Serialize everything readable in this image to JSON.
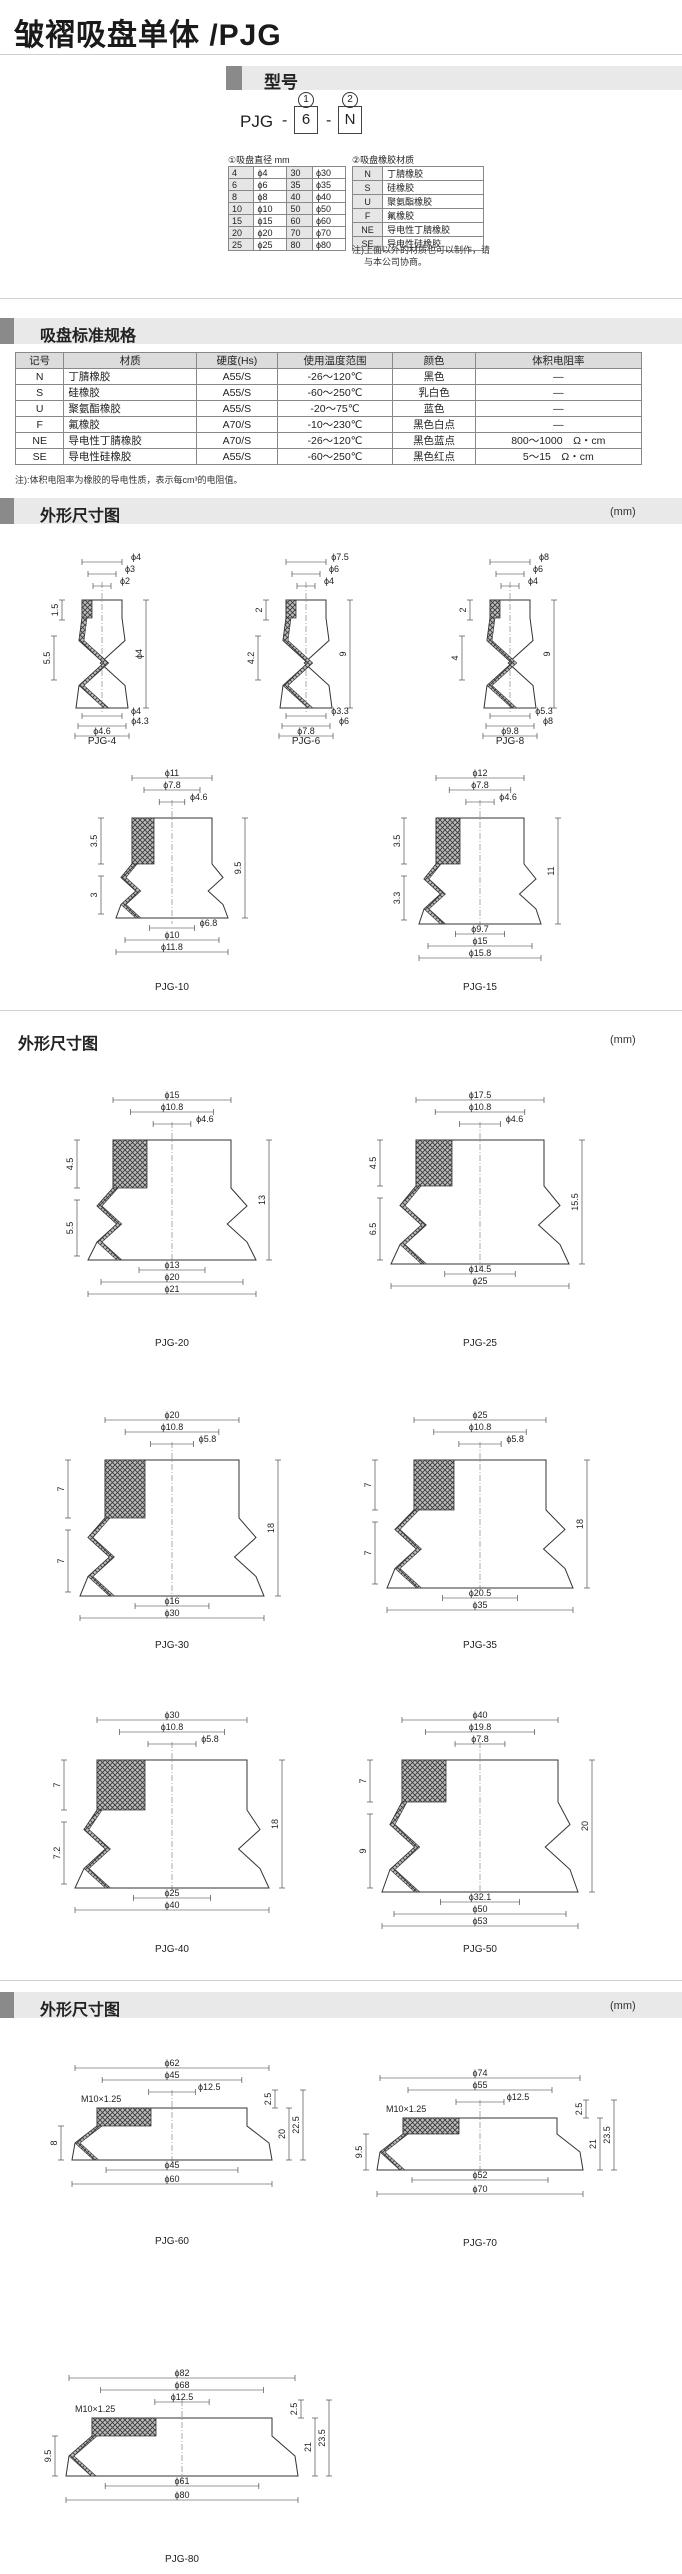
{
  "title": "皱褶吸盘单体 /PJG",
  "model": {
    "heading": "型号",
    "prefix": "PJG",
    "dash1": "-",
    "dash2": "-",
    "code_diameter": "6",
    "code_material": "N",
    "mark1": "1",
    "mark2": "2",
    "caption_diameter": "①吸盘直径 mm",
    "caption_material": "②吸盘橡胶材质",
    "diameters": [
      [
        "4",
        "ϕ4",
        "30",
        "ϕ30"
      ],
      [
        "6",
        "ϕ6",
        "35",
        "ϕ35"
      ],
      [
        "8",
        "ϕ8",
        "40",
        "ϕ40"
      ],
      [
        "10",
        "ϕ10",
        "50",
        "ϕ50"
      ],
      [
        "15",
        "ϕ15",
        "60",
        "ϕ60"
      ],
      [
        "20",
        "ϕ20",
        "70",
        "ϕ70"
      ],
      [
        "25",
        "ϕ25",
        "80",
        "ϕ80"
      ]
    ],
    "materials": [
      [
        "N",
        "丁腈橡胶"
      ],
      [
        "S",
        "硅橡胶"
      ],
      [
        "U",
        "聚氨酯橡胶"
      ],
      [
        "F",
        "氟橡胶"
      ],
      [
        "NE",
        "导电性丁腈橡胶"
      ],
      [
        "SE",
        "导电性硅橡胶"
      ]
    ],
    "material_note_1": "注)上面以外的材质也可以制作，请",
    "material_note_2": "与本公司协商。"
  },
  "spec": {
    "heading": "吸盘标准规格",
    "headers": [
      "记号",
      "材质",
      "硬度(Hs)",
      "使用温度范围",
      "颜色",
      "体积电阻率"
    ],
    "rows": [
      [
        "N",
        "丁腈橡胶",
        "A55/S",
        "-26～120℃",
        "黑色",
        "—"
      ],
      [
        "S",
        "硅橡胶",
        "A55/S",
        "-60～250℃",
        "乳白色",
        "—"
      ],
      [
        "U",
        "聚氨酯橡胶",
        "A55/S",
        "-20～75℃",
        "蓝色",
        "—"
      ],
      [
        "F",
        "氟橡胶",
        "A70/S",
        "-10～230℃",
        "黑色白点",
        "—"
      ],
      [
        "NE",
        "导电性丁腈橡胶",
        "A70/S",
        "-26～120℃",
        "黑色蓝点",
        "800～1000　Ω・cm"
      ],
      [
        "SE",
        "导电性硅橡胶",
        "A55/S",
        "-60～250℃",
        "黑色红点",
        "5～15　Ω・cm"
      ]
    ],
    "note": "注):体积电阻率为橡胶的导电性质，表示每cm³的电阻值。"
  },
  "sections": {
    "outline": "外形尺寸图",
    "unit": "(mm)"
  },
  "drawings": [
    {
      "id": "PJG-4",
      "dims": [
        "ϕ4",
        "ϕ3",
        "ϕ2",
        "1.5",
        "5.5",
        "ϕ4",
        "ϕ4.3",
        "ϕ4.6"
      ]
    },
    {
      "id": "PJG-6",
      "dims": [
        "ϕ7.5",
        "ϕ6",
        "ϕ4",
        "2",
        "4.2",
        "9",
        "ϕ3.3",
        "ϕ6",
        "ϕ7.8"
      ]
    },
    {
      "id": "PJG-8",
      "dims": [
        "ϕ8",
        "ϕ6",
        "ϕ4",
        "2",
        "4",
        "9",
        "ϕ5.3",
        "ϕ8",
        "ϕ9.8"
      ]
    },
    {
      "id": "PJG-10",
      "dims": [
        "ϕ11",
        "ϕ7.8",
        "ϕ4.6",
        "3.5",
        "3",
        "9.5",
        "ϕ6.8",
        "ϕ10",
        "ϕ11.8"
      ]
    },
    {
      "id": "PJG-15",
      "dims": [
        "ϕ12",
        "ϕ7.8",
        "ϕ4.6",
        "3.5",
        "3.3",
        "11",
        "ϕ9.7",
        "ϕ15",
        "ϕ15.8"
      ]
    },
    {
      "id": "PJG-20",
      "dims": [
        "ϕ15",
        "ϕ10.8",
        "ϕ4.6",
        "4.5",
        "5.5",
        "13",
        "ϕ13",
        "ϕ20",
        "ϕ21"
      ]
    },
    {
      "id": "PJG-25",
      "dims": [
        "ϕ17.5",
        "ϕ10.8",
        "ϕ4.6",
        "4.5",
        "6.5",
        "15.5",
        "ϕ14.5",
        "ϕ25"
      ]
    },
    {
      "id": "PJG-30",
      "dims": [
        "ϕ20",
        "ϕ10.8",
        "ϕ5.8",
        "7",
        "7",
        "18",
        "ϕ16",
        "ϕ30"
      ]
    },
    {
      "id": "PJG-35",
      "dims": [
        "ϕ25",
        "ϕ10.8",
        "ϕ5.8",
        "7",
        "7",
        "18",
        "ϕ20.5",
        "ϕ35"
      ]
    },
    {
      "id": "PJG-40",
      "dims": [
        "ϕ30",
        "ϕ10.8",
        "ϕ5.8",
        "7",
        "7.2",
        "18",
        "ϕ25",
        "ϕ40"
      ]
    },
    {
      "id": "PJG-50",
      "dims": [
        "ϕ40",
        "ϕ19.8",
        "ϕ7.8",
        "7",
        "9",
        "20",
        "ϕ32.1",
        "ϕ50",
        "ϕ53"
      ]
    },
    {
      "id": "PJG-60",
      "dims": [
        "ϕ62",
        "ϕ45",
        "ϕ12.5",
        "M10×1.25",
        "2.5",
        "20",
        "22.5",
        "8",
        "ϕ45",
        "ϕ60"
      ]
    },
    {
      "id": "PJG-70",
      "dims": [
        "ϕ74",
        "ϕ55",
        "ϕ12.5",
        "M10×1.25",
        "2.5",
        "21",
        "23.5",
        "9.5",
        "ϕ52",
        "ϕ70"
      ]
    },
    {
      "id": "PJG-80",
      "dims": [
        "ϕ82",
        "ϕ68",
        "ϕ12.5",
        "M10×1.25",
        "2.5",
        "21",
        "23.5",
        "9.5",
        "ϕ61",
        "ϕ80"
      ]
    }
  ]
}
